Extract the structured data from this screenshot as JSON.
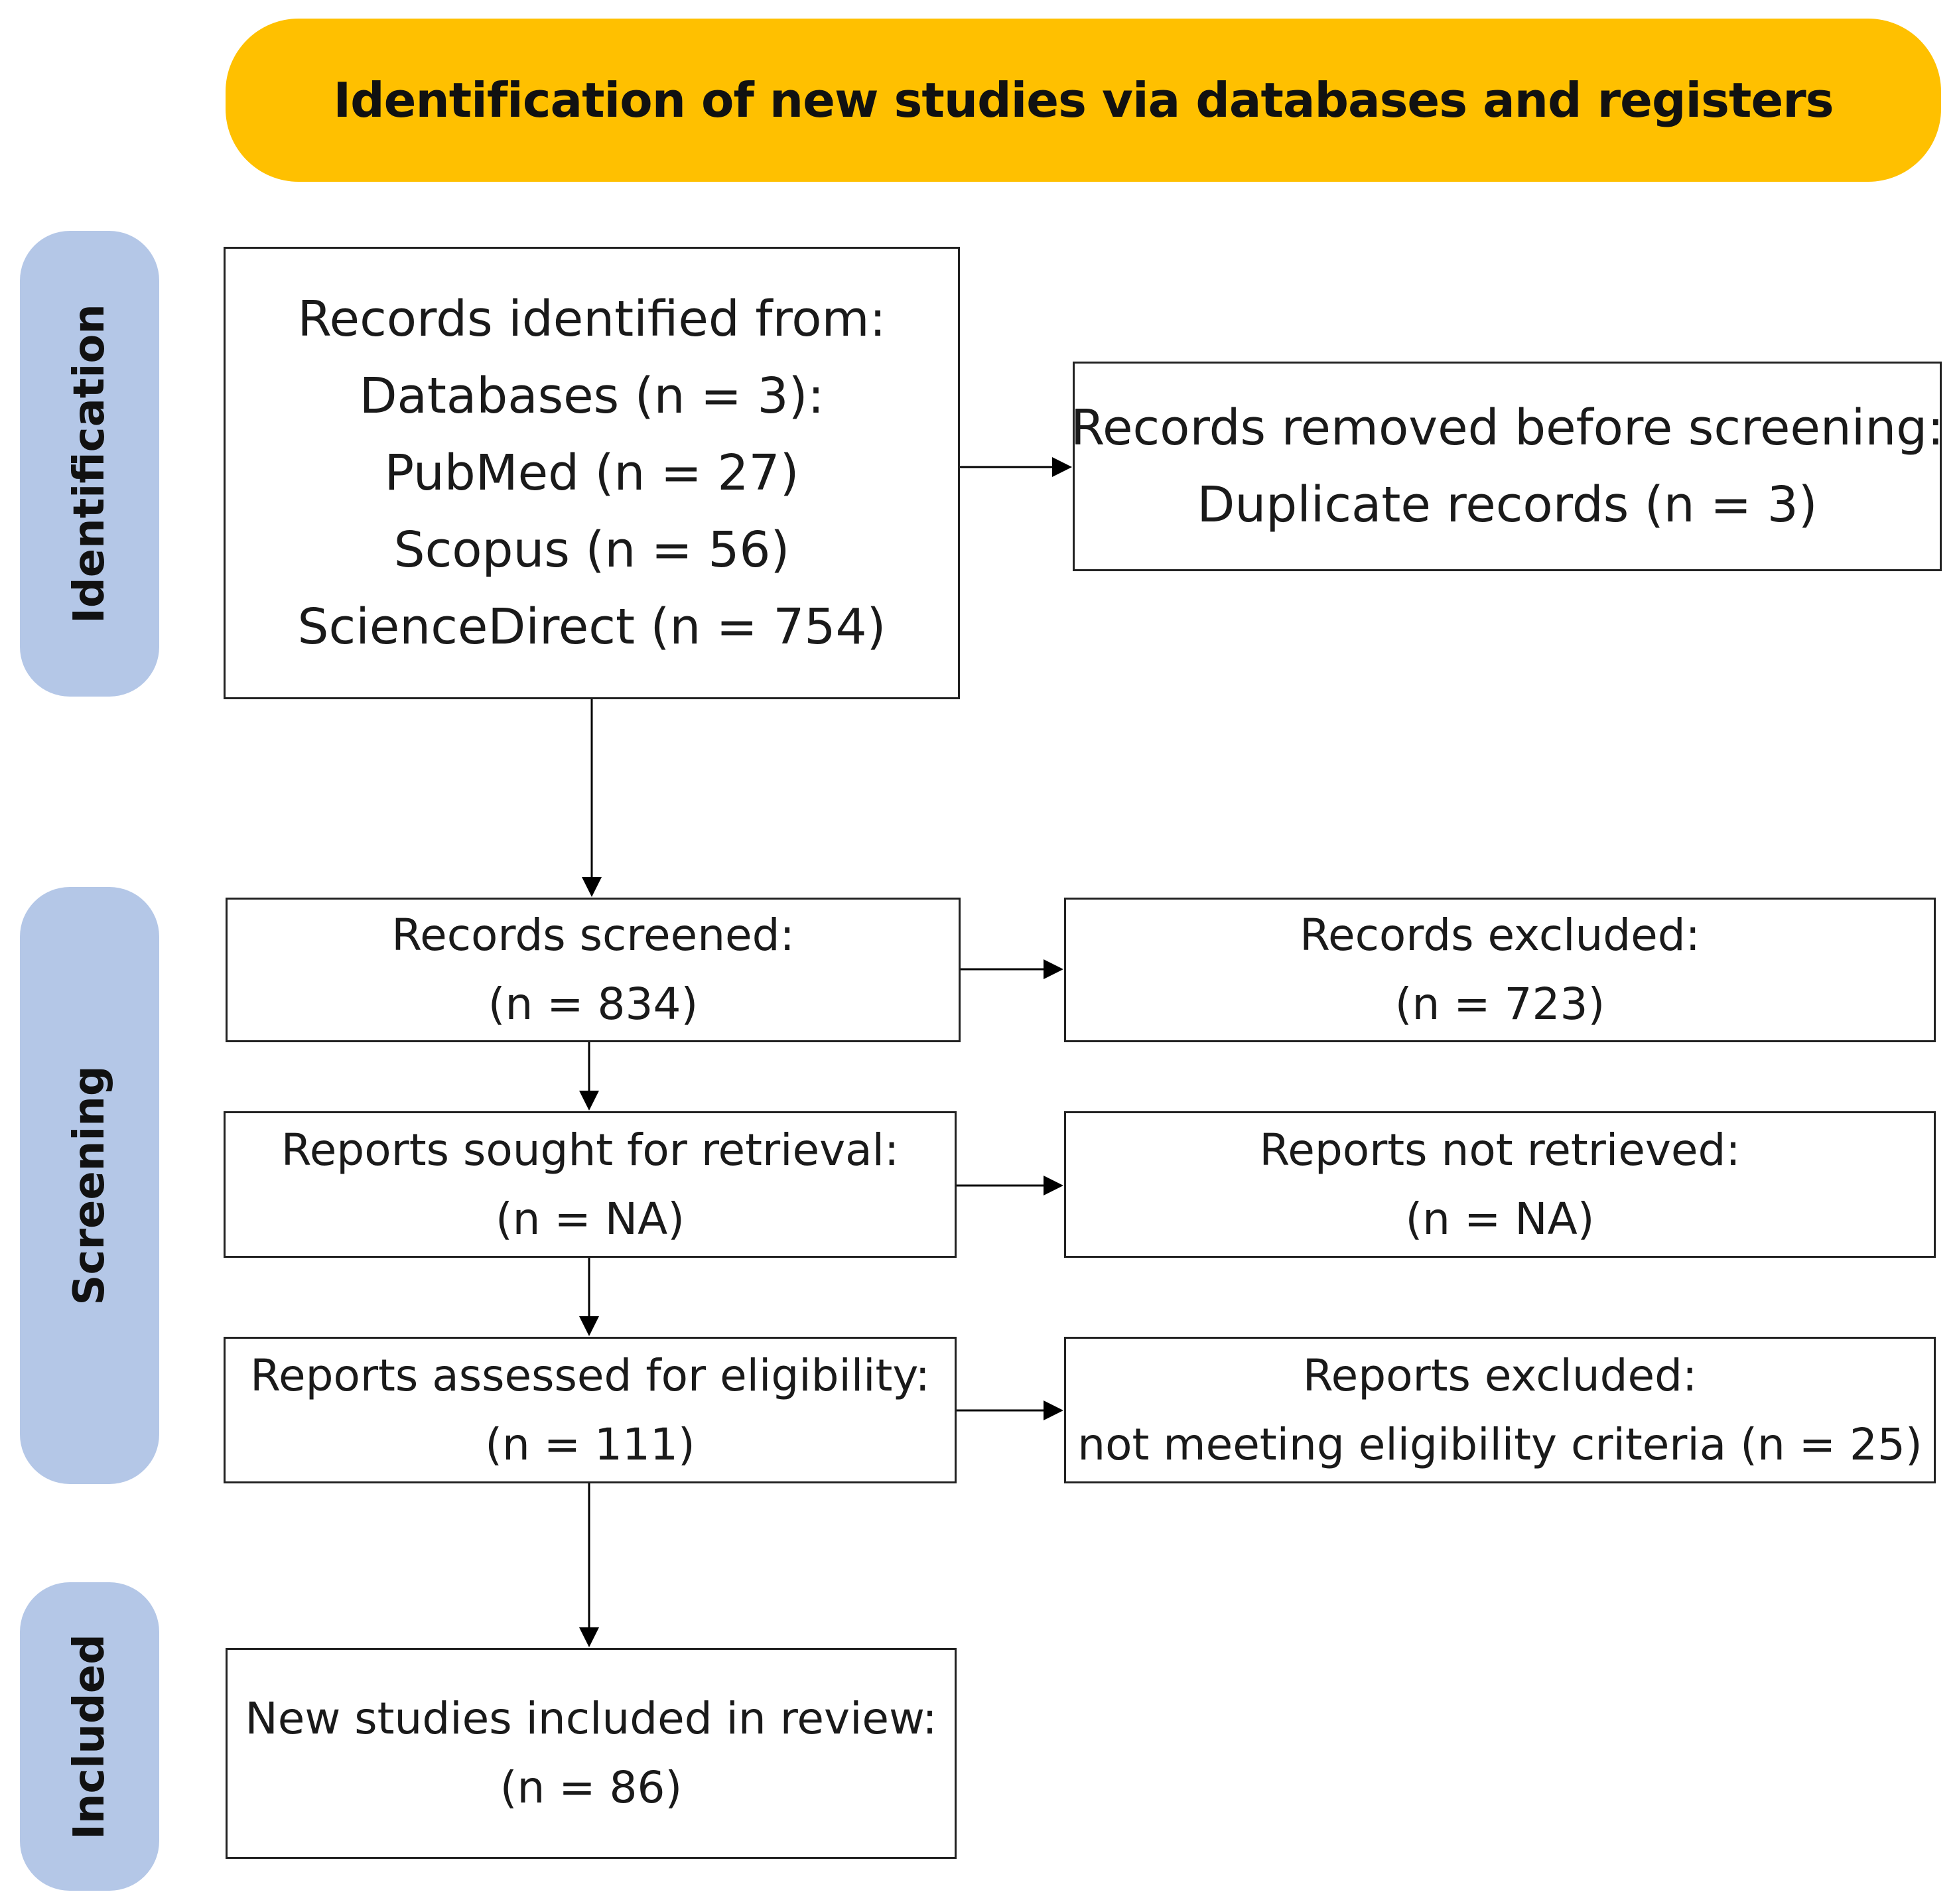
{
  "header": {
    "title": "Identification of new studies via databases and registers"
  },
  "phases": {
    "identification": "Identification",
    "screening": "Screening",
    "included": "Included"
  },
  "boxes": {
    "records_identified": {
      "lines": [
        "Records identified from:",
        "Databases (n = 3):",
        "PubMed (n = 27)",
        "Scopus (n = 56)",
        "ScienceDirect (n = 754)"
      ]
    },
    "records_removed": {
      "lines": [
        "Records removed before screening:",
        "Duplicate records (n = 3)"
      ]
    },
    "records_screened": {
      "lines": [
        "Records screened:",
        "(n = 834)"
      ]
    },
    "records_excluded": {
      "lines": [
        "Records excluded:",
        "(n = 723)"
      ]
    },
    "reports_sought": {
      "lines": [
        "Reports sought for retrieval:",
        "(n = NA)"
      ]
    },
    "reports_not_retrieved": {
      "lines": [
        "Reports not retrieved:",
        "(n = NA)"
      ]
    },
    "reports_assessed": {
      "lines": [
        "Reports assessed for eligibility:",
        "(n = 111)"
      ]
    },
    "reports_excluded": {
      "lines": [
        "Reports excluded:",
        "not meeting eligibility criteria (n = 25)"
      ]
    },
    "studies_included": {
      "lines": [
        "New studies included in review:",
        "(n = 86)"
      ]
    }
  },
  "colors": {
    "header_fill": "#FFC000",
    "phase_fill": "#B4C7E7",
    "box_border": "#222222",
    "arrow": "#000000"
  }
}
